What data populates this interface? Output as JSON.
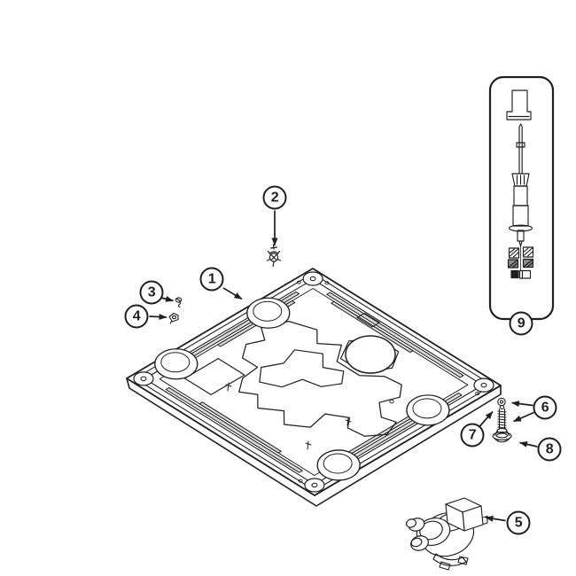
{
  "colors": {
    "ink": "#1f1f1f",
    "paper": "#ffffff",
    "shade": "#d9d9d9"
  },
  "callouts": [
    {
      "label": "1"
    },
    {
      "label": "2"
    },
    {
      "label": "3"
    },
    {
      "label": "4"
    },
    {
      "label": "5"
    },
    {
      "label": "6"
    },
    {
      "label": "7"
    },
    {
      "label": "8"
    },
    {
      "label": "9"
    }
  ]
}
